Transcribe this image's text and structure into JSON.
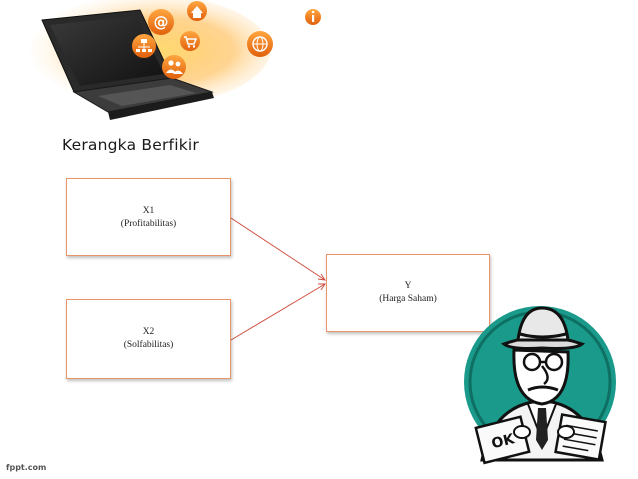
{
  "slide": {
    "title": "Kerangka Berfikir",
    "footer": "fppt.com"
  },
  "diagram": {
    "nodes": [
      {
        "id": "x1",
        "code": "X1",
        "label": "(Profitabilitas)"
      },
      {
        "id": "x2",
        "code": "X2",
        "label": "(Solfabilitas)"
      },
      {
        "id": "y",
        "code": "Y",
        "label": "(Harga Saham)"
      }
    ],
    "edges": [
      {
        "from": "x1",
        "to": "y"
      },
      {
        "from": "x2",
        "to": "y"
      }
    ],
    "stamp_text": "OK"
  },
  "colors": {
    "box_border": "#e8956a",
    "arrow": "#d04a3a",
    "accent": "#f07a1a"
  },
  "icons": [
    "laptop-icon",
    "at-sign-icon",
    "home-icon",
    "info-icon",
    "network-icon",
    "cart-icon",
    "globe-icon",
    "people-icon",
    "detective-clipart"
  ]
}
